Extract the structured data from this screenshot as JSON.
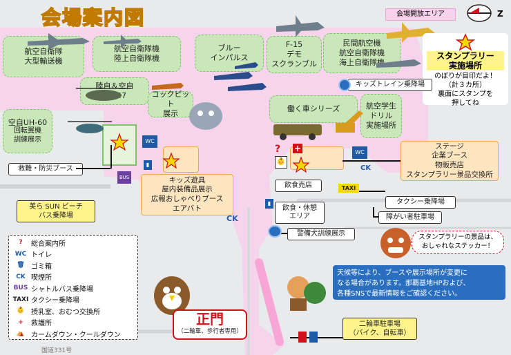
{
  "title": "会場案内図",
  "open_area_label": "会場開放エリア",
  "compass": "Z",
  "zones": {
    "transport_plane": [
      "航空自衛隊",
      "大型輸送機"
    ],
    "air_ground_jets": [
      "航空自衛隊機",
      "陸上自衛隊機"
    ],
    "blue_impulse": [
      "ブルー",
      "インパルス"
    ],
    "f15": [
      "F-15",
      "デモ",
      "スクランブル"
    ],
    "civil_aircraft": [
      "民間航空機",
      "航空自衛隊機",
      "海上自衛隊機"
    ],
    "ch47": [
      "陸自＆空自",
      "CH-47"
    ],
    "cockpit": [
      "コックピット",
      "展示"
    ],
    "working_cars": "働く車シリーズ",
    "student_drill": [
      "航空学生",
      "ドリル",
      "実施場所"
    ],
    "uh60": [
      "空自UH-60",
      "回転翼機",
      "訓練展示"
    ],
    "kids": [
      "キッズ遊具",
      "屋内装備品展示",
      "広報おしゃべりブース",
      "エアバト"
    ],
    "stage": [
      "ステージ",
      "企業ブース",
      "物販売店",
      "スタンプラリー景品交換所"
    ]
  },
  "labels": {
    "kids_train": "キッズトレイン乗降場",
    "rescue": "救難・防災ブース",
    "churaumi_bus": [
      "美ら SUN ビーチ",
      "バス乗降場"
    ],
    "food": "飲食売店",
    "rest_area": [
      "飲食・休憩",
      "エリア"
    ],
    "dog_demo": "警備犬訓練展示",
    "taxi_stand": "タクシー乗降場",
    "accessible_parking": "障がい者駐車場",
    "bike_parking": [
      "二輪車駐車場",
      "（バイク、自転車）"
    ],
    "main_gate": "正門",
    "main_gate_note": "（二輪車、歩行者専用）",
    "road_sign": "国道331号"
  },
  "stamp_rally": {
    "title": [
      "スタンプラリー",
      "実施場所"
    ],
    "body": [
      "のぼりが目印だよ！",
      "（計３カ所）",
      "裏面にスタンプを",
      "押してね"
    ],
    "prize_note": [
      "スタンプラリーの景品は、",
      "おしゃれなステッカー！"
    ]
  },
  "notice": [
    "天候等により、ブースや展示場所が変更に",
    "なる場合があります。那覇基地HPおよび、",
    "各種SNSで最新情報をご確認ください。"
  ],
  "legend": [
    {
      "icon": "?",
      "label": "総合案内所",
      "icon_name": "info-desk-icon",
      "color": "#d0121b"
    },
    {
      "icon": "WC",
      "label": "トイレ",
      "icon_name": "toilet-icon",
      "color": "#1f5aa6"
    },
    {
      "icon": "🗑",
      "label": "ゴミ箱",
      "icon_name": "trash-icon",
      "color": "#1f5aa6"
    },
    {
      "icon": "CK",
      "label": "喫煙所",
      "icon_name": "smoking-area-icon",
      "color": "#1f5aa6"
    },
    {
      "icon": "BUS",
      "label": "シャトルバス乗降場",
      "icon_name": "shuttle-bus-icon",
      "color": "#6b3fa0"
    },
    {
      "icon": "TAXI",
      "label": "タクシー乗降場",
      "icon_name": "taxi-icon",
      "color": "#222"
    },
    {
      "icon": "👶",
      "label": "授乳室、おむつ交換所",
      "icon_name": "nursing-room-icon",
      "color": "#222"
    },
    {
      "icon": "+",
      "label": "救護所",
      "icon_name": "first-aid-icon",
      "color": "#d0121b"
    },
    {
      "icon": "⛺",
      "label": "カームダウン・クールダウン",
      "icon_name": "calm-down-icon",
      "color": "#222"
    }
  ],
  "taxi_sign": "TAXI",
  "colors": {
    "zone_green": "#c9e7b8",
    "zone_orange": "#fde5c0",
    "open_area": "#f7d2ec",
    "stamp_star": "#f5d800",
    "gate_red": "#d0121b"
  }
}
